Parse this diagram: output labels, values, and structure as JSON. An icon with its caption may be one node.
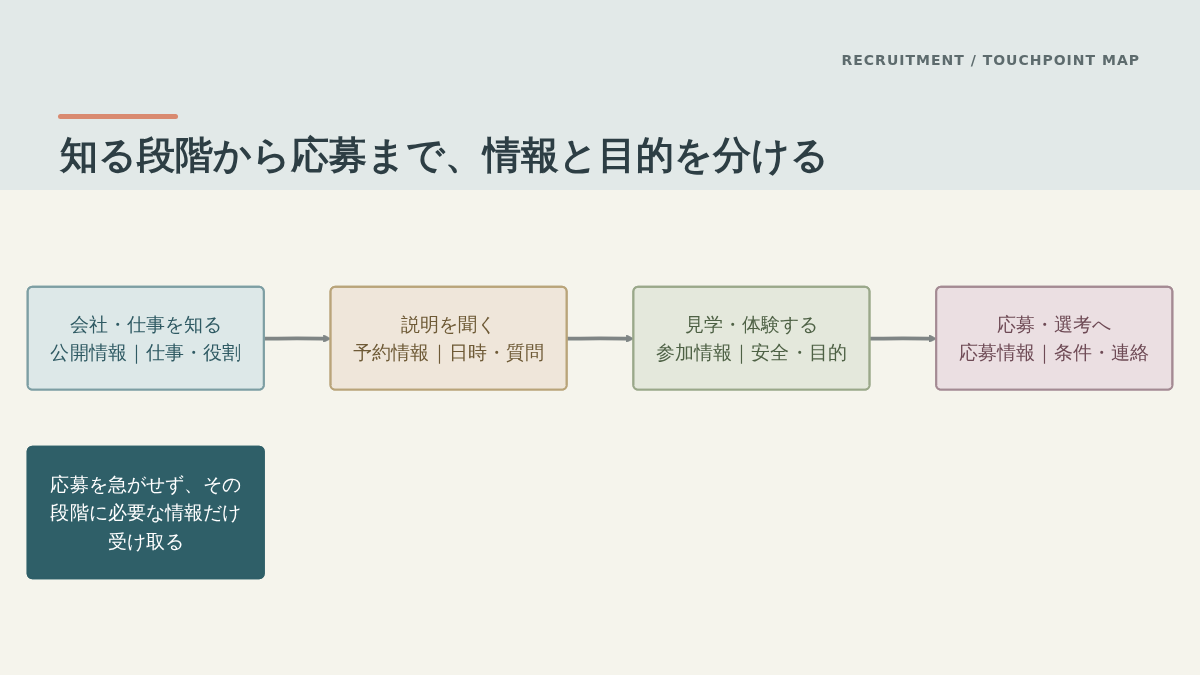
{
  "diagram": {
    "title": "知る段階から応募まで、情報と目的を分ける",
    "nodes": [
      {
        "text": [
          "会社・仕事を知る",
          "公開情報｜仕事・役割"
        ]
      },
      {
        "text": [
          "説明を聞く",
          "予約情報｜日時・質問"
        ]
      },
      {
        "text": [
          "応募・選考へ",
          "応募情報｜条件・連絡"
        ]
      },
      {
        "text": [
          "見学・体験する",
          "参加情報｜安全・目的"
        ]
      },
      {
        "text": [
          "応募を急がせず、その段階に必要な情報だけ受け取る"
        ]
      }
    ],
    "edges": [
      {
        "from": 0,
        "to": 1,
        "arrow": "to"
      },
      {
        "from": 1,
        "to": 3,
        "arrow": "to"
      },
      {
        "from": 3,
        "to": 2,
        "arrow": "to"
      }
    ],
    "labels": [
      "RECRUITMENT / TOUCHPOINT MAP"
    ]
  }
}
